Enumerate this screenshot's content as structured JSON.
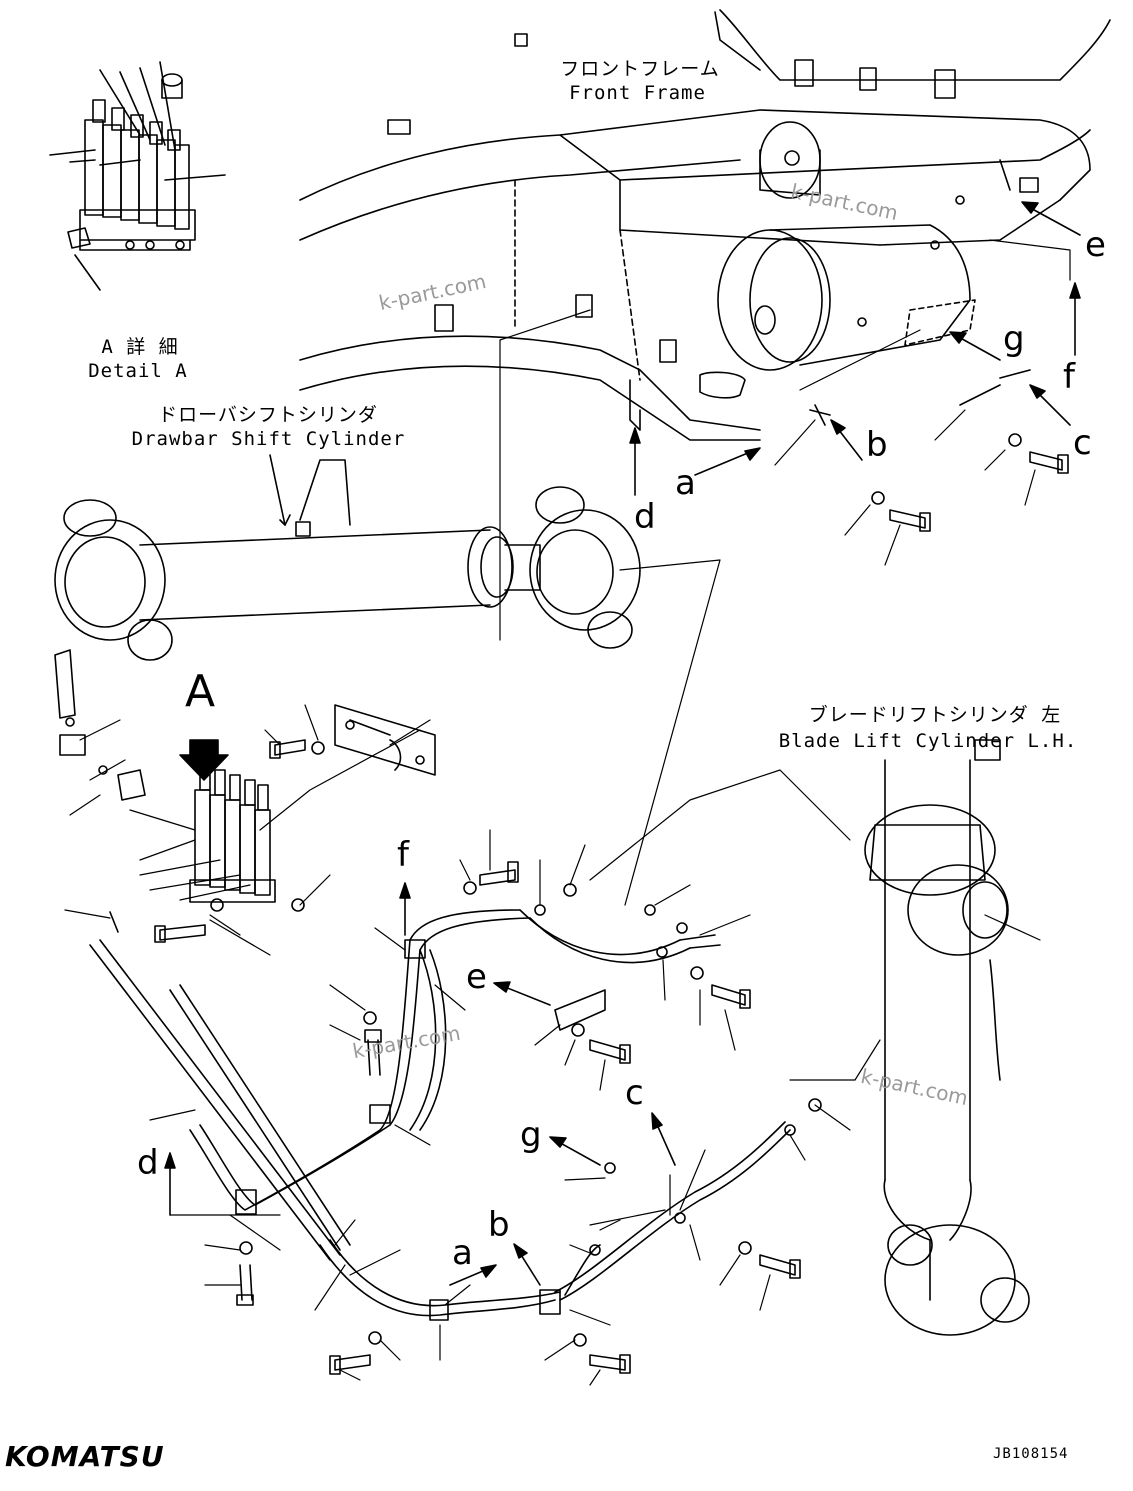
{
  "labels": {
    "front_frame_jp": "フロントフレーム",
    "front_frame_en": "Front Frame",
    "detail_a_jp": "A 詳 細",
    "detail_a_en": "Detail A",
    "drawbar_jp": "ドローバシフトシリンダ",
    "drawbar_en": "Drawbar Shift Cylinder",
    "blade_lift_jp": "ブレードリフトシリンダ 左",
    "blade_lift_en": "Blade Lift Cylinder L.H."
  },
  "view_marker": "A",
  "letters": {
    "top_e": "e",
    "top_f": "f",
    "top_g": "g",
    "top_c": "c",
    "top_b": "b",
    "top_a": "a",
    "top_d": "d",
    "mid_f": "f",
    "mid_e": "e",
    "mid_c": "c",
    "mid_g": "g",
    "mid_d": "d",
    "mid_b": "b",
    "mid_a": "a"
  },
  "watermarks": [
    "k-part.com",
    "k-part.com",
    "k-part.com",
    "k-part.com"
  ],
  "brand": "KOMATSU",
  "drawing_number": "JB108154",
  "colors": {
    "ink": "#000000",
    "watermark": "#9a9a9a"
  }
}
